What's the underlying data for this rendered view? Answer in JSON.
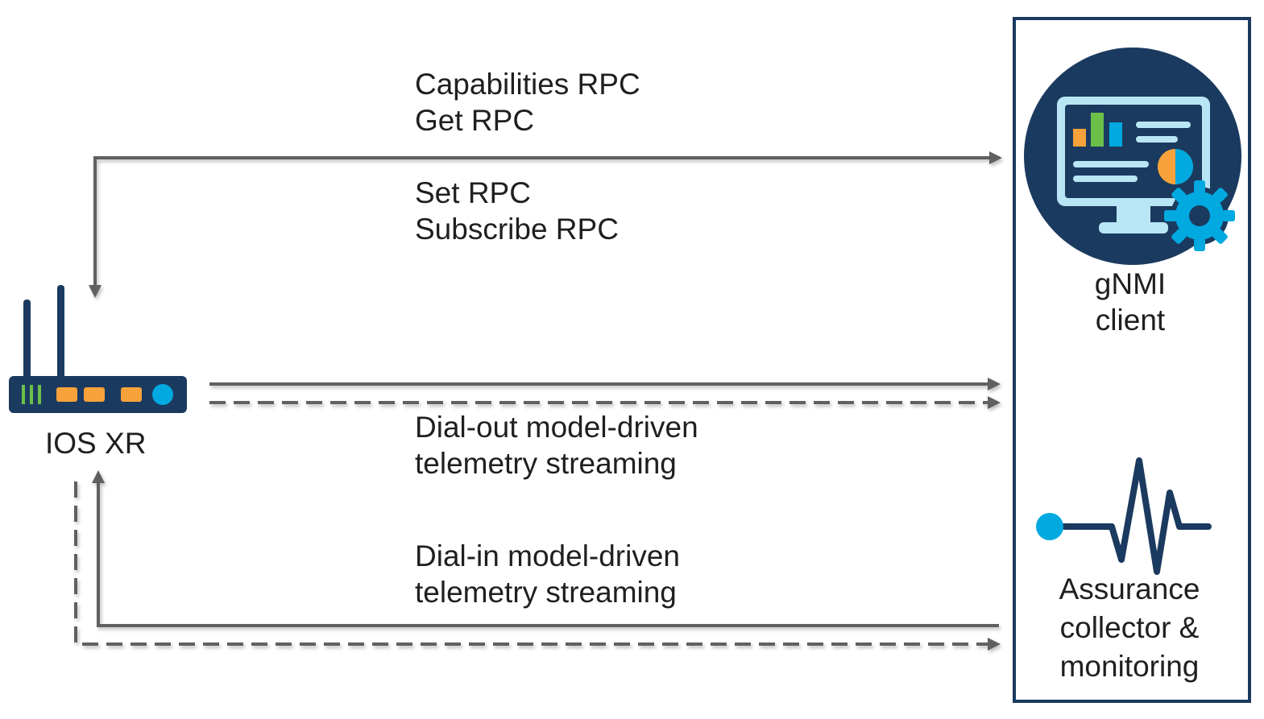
{
  "labels": {
    "rpc_top_line1": "Capabilities RPC",
    "rpc_top_line2": "Get RPC",
    "rpc_bottom_line1": "Set RPC",
    "rpc_bottom_line2": "Subscribe RPC",
    "dial_out_line1": "Dial-out model-driven",
    "dial_out_line2": "telemetry streaming",
    "dial_in_line1": "Dial-in model-driven",
    "dial_in_line2": "telemetry streaming",
    "router": "IOS XR",
    "gnmi_line1": "gNMI",
    "gnmi_line2": "client",
    "assurance_line1": "Assurance",
    "assurance_line2": "collector &",
    "assurance_line3": "monitoring"
  },
  "icons": {
    "router": "router-icon",
    "gnmi_client": "monitor-dashboard-gear-icon",
    "assurance": "pulse-waveform-icon"
  },
  "colors": {
    "navy": "#1b3a5f",
    "orange": "#f7a23b",
    "green": "#6cc04a",
    "cyan": "#00a9e0",
    "light_blue": "#b8e6f5",
    "arrow": "#606060"
  }
}
